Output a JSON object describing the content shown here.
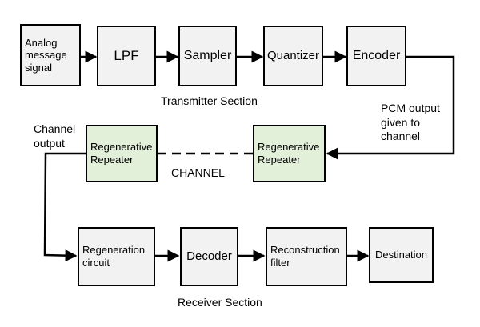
{
  "transmitter": {
    "section_label": "Transmitter Section",
    "analog": {
      "line1": "Analog",
      "line2": "message",
      "line3": "signal"
    },
    "lpf": "LPF",
    "sampler": "Sampler",
    "quantizer": "Quantizer",
    "encoder": "Encoder"
  },
  "channel": {
    "pcm_output": {
      "line1": "PCM output",
      "line2": "given to",
      "line3": "channel"
    },
    "repeater_right": {
      "line1": "Regenerative",
      "line2": "Repeater"
    },
    "repeater_left": {
      "line1": "Regenerative",
      "line2": "Repeater"
    },
    "channel_label": "CHANNEL",
    "channel_output": {
      "line1": "Channel",
      "line2": "output"
    }
  },
  "receiver": {
    "section_label": "Receiver Section",
    "regeneration": {
      "line1": "Regeneration",
      "line2": "circuit"
    },
    "decoder": "Decoder",
    "reconstruction": {
      "line1": "Reconstruction",
      "line2": "filter"
    },
    "destination": "Destination"
  }
}
